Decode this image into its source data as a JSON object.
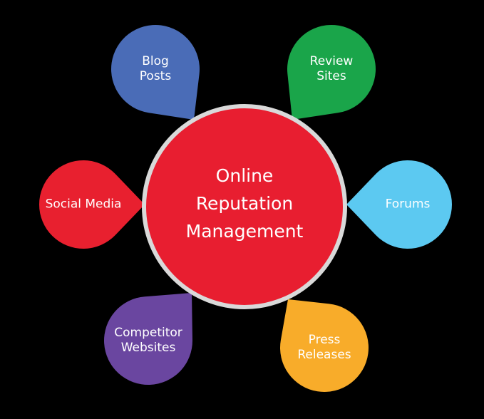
{
  "center": {
    "lines": [
      "Online",
      "Reputation",
      "Management"
    ],
    "color": "#e81e30",
    "ring_color": "#d9d9d9"
  },
  "petals": [
    {
      "name": "blog-posts",
      "lines": [
        "Blog",
        "Posts"
      ],
      "color": "#4a6cb7"
    },
    {
      "name": "review-sites",
      "lines": [
        "Review",
        "Sites"
      ],
      "color": "#1aa54a"
    },
    {
      "name": "social-media",
      "lines": [
        "Social Media"
      ],
      "color": "#e8202f"
    },
    {
      "name": "forums",
      "lines": [
        "Forums"
      ],
      "color": "#5cc9f1"
    },
    {
      "name": "competitor-websites",
      "lines": [
        "Competitor",
        "Websites"
      ],
      "color": "#6a46a0"
    },
    {
      "name": "press-releases",
      "lines": [
        "Press",
        "Releases"
      ],
      "color": "#f8ac2a"
    }
  ]
}
